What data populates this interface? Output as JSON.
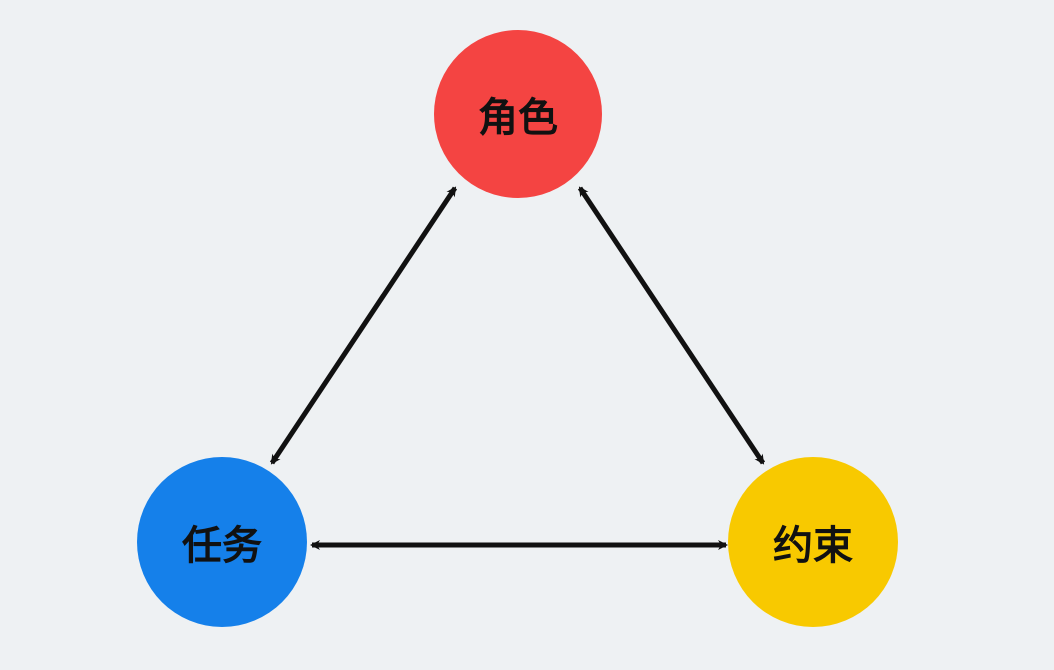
{
  "nodes": {
    "role": {
      "label": "角色",
      "color": "#f44442"
    },
    "task": {
      "label": "任务",
      "color": "#1580ea"
    },
    "constraint": {
      "label": "约束",
      "color": "#f8c900"
    }
  },
  "edges": [
    {
      "from": "role",
      "to": "task",
      "direction": "bidirectional"
    },
    {
      "from": "role",
      "to": "constraint",
      "direction": "bidirectional"
    },
    {
      "from": "task",
      "to": "constraint",
      "direction": "bidirectional"
    }
  ],
  "colors": {
    "background": "#eef1f3",
    "arrow": "#111111"
  }
}
